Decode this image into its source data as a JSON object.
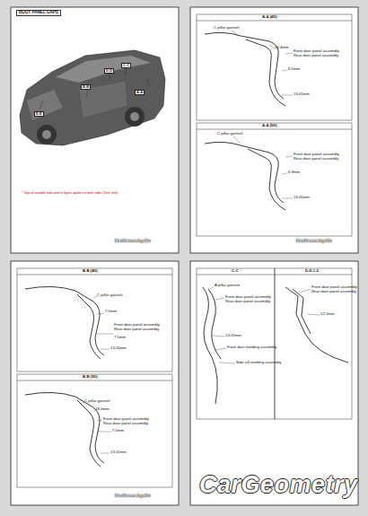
{
  "diagram": {
    "labels": [
      "BODY PANEL GAPS",
      "A-A",
      "B-B",
      "C-C",
      "D-D",
      "E-E",
      "* Gap of variable indicated in figure applies to both sides (Unit: mm)",
      "CarGeometry.Ru",
      "CarGeometry.Ru",
      "CarGeometry.Ru",
      "A-A (4D)",
      "C pillar garnish",
      "10.4mm",
      "Front door panel assembly",
      "Rear door panel assembly",
      "6.5mm",
      "13.05mm",
      "A-A (5D)",
      "C pillar garnish",
      "Front door panel assembly",
      "Rear door panel assembly",
      "6.9mm",
      "13.05mm",
      "B-B (4D)",
      "C pillar garnish",
      "7.0mm",
      "Front door panel assembly",
      "Rear door panel assembly",
      "7.5mm",
      "13.05mm",
      "B-B (5D)",
      "C pillar garnish",
      "18.0mm",
      "Front door panel assembly",
      "Rear door panel assembly",
      "7.0mm",
      "13.05mm",
      "C-C",
      "D-D-1-2",
      "A pillar garnish",
      "Front door panel assembly",
      "Rear door panel assembly",
      "13.05mm",
      "Front door molding assembly",
      "Side sill molding assembly",
      "Front door panel assembly",
      "Rear door panel assembly",
      "12.1mm",
      "CarGeometry"
    ]
  }
}
